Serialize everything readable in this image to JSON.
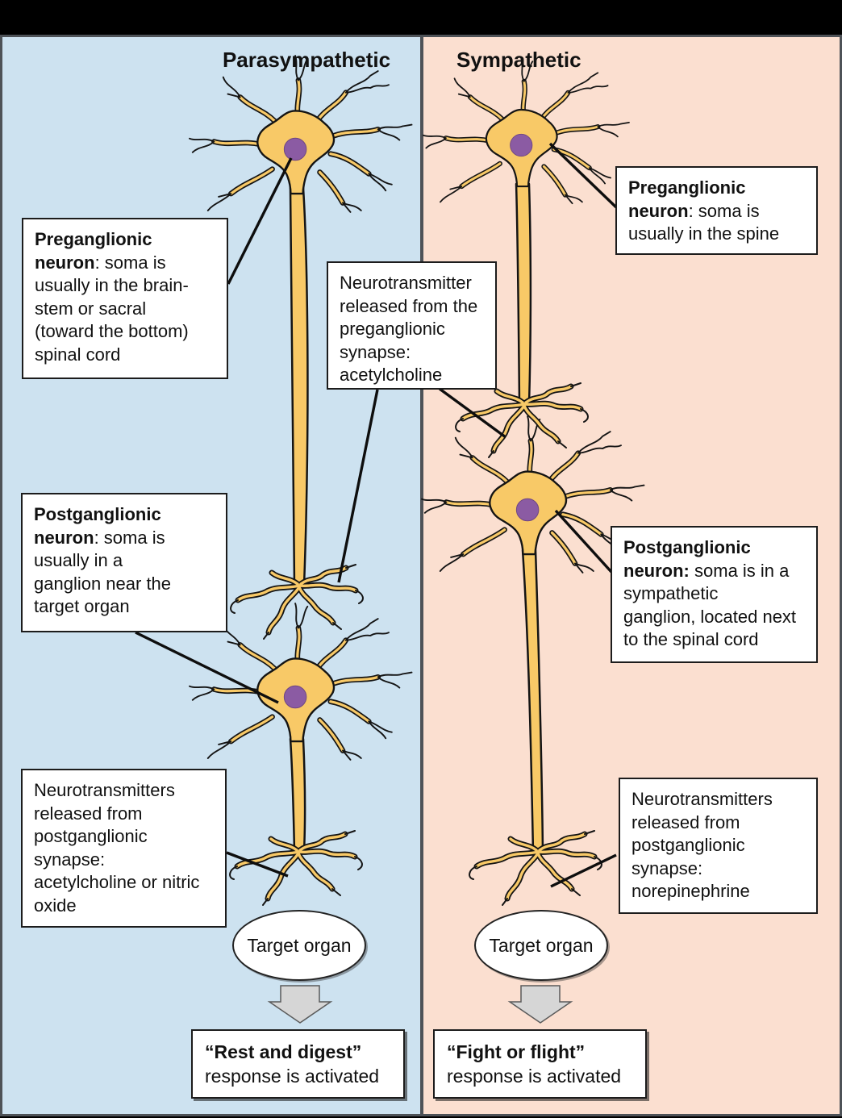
{
  "diagram": {
    "left_panel": {
      "title": "Parasympathetic",
      "preganglionic_label": {
        "lines": [
          {
            "bold": "Preganglionic"
          },
          {
            "bold": "neuron",
            "text": ": soma is"
          },
          {
            "text": "usually in the brain-"
          },
          {
            "text": "stem or sacral"
          },
          {
            "text": "(toward the bottom)"
          },
          {
            "text": "spinal cord"
          }
        ]
      },
      "postganglionic_label": {
        "lines": [
          {
            "bold": "Postganglionic"
          },
          {
            "bold": "neuron",
            "text": ": soma is"
          },
          {
            "text": "usually in a"
          },
          {
            "text": "ganglion near the"
          },
          {
            "text": "target organ"
          }
        ]
      },
      "postganglionic_neurotransmitter_label": {
        "lines": [
          {
            "text": "Neurotransmitters"
          },
          {
            "text": "released from"
          },
          {
            "text": "postganglionic"
          },
          {
            "text": "synapse:"
          },
          {
            "text": "acetylcholine or nitric"
          },
          {
            "text": "oxide"
          }
        ]
      },
      "target_organ": "Target organ",
      "response": {
        "lines": [
          {
            "bold": "“Rest and digest”"
          },
          {
            "text": "response is activated"
          }
        ]
      }
    },
    "right_panel": {
      "title": "Sympathetic",
      "preganglionic_label": {
        "lines": [
          {
            "bold": "Preganglionic"
          },
          {
            "bold": "neuron",
            "text": ": soma is"
          },
          {
            "text": "usually in the spine"
          }
        ]
      },
      "postganglionic_label": {
        "lines": [
          {
            "bold": "Postganglionic"
          },
          {
            "bold": "neuron:",
            "text": " soma is in a"
          },
          {
            "text": "sympathetic"
          },
          {
            "text": "ganglion, located next"
          },
          {
            "text": "to the spinal cord"
          }
        ]
      },
      "postganglionic_neurotransmitter_label": {
        "lines": [
          {
            "text": "Neurotransmitters"
          },
          {
            "text": "released from"
          },
          {
            "text": "postganglionic"
          },
          {
            "text": "synapse:"
          },
          {
            "text": "norepinephrine"
          }
        ]
      },
      "target_organ": "Target organ",
      "response": {
        "lines": [
          {
            "bold": "“Fight or flight”"
          },
          {
            "text": "response is activated"
          }
        ]
      }
    },
    "shared": {
      "preganglionic_neurotransmitter_label": {
        "lines": [
          {
            "text": "Neurotransmitter"
          },
          {
            "text": "released from the"
          },
          {
            "text": "preganglionic"
          },
          {
            "text": "synapse:"
          },
          {
            "text": "acetylcholine"
          }
        ]
      }
    }
  },
  "colors": {
    "left-bg": "#cde2f0",
    "right-bg": "#fbdfd0",
    "neuron-fill": "#f8c967",
    "neuron-outline": "#141414",
    "nucleus": "#8b5ba3",
    "arrow-fill": "#d6d6d6",
    "box-border": "#1c1c1c",
    "frame": "#4e5257"
  }
}
